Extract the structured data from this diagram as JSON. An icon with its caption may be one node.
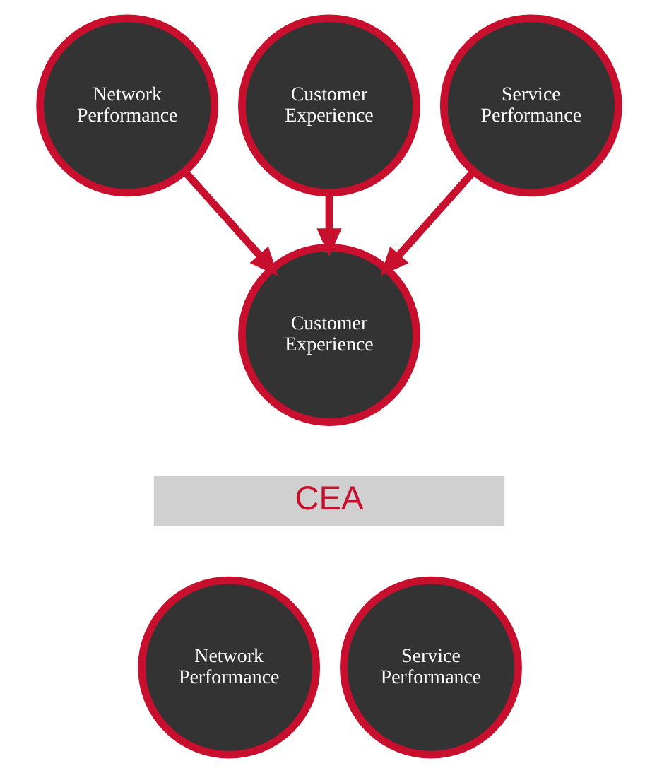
{
  "diagram": {
    "nodes": [
      {
        "text": [
          "Network Performance"
        ]
      },
      {
        "text": [
          "Customer Experience"
        ]
      },
      {
        "text": [
          "Service Performance"
        ]
      },
      {
        "text": [
          "Customer Experience"
        ]
      },
      {
        "text": [
          "CEA"
        ]
      },
      {
        "text": [
          "Network Performance"
        ]
      },
      {
        "text": [
          "Service Performance"
        ]
      }
    ],
    "edges": [
      {
        "from": 0,
        "to": 3,
        "arrow": "to"
      },
      {
        "from": 1,
        "to": 3,
        "arrow": "to"
      },
      {
        "from": 2,
        "to": 3,
        "arrow": "to"
      }
    ]
  }
}
